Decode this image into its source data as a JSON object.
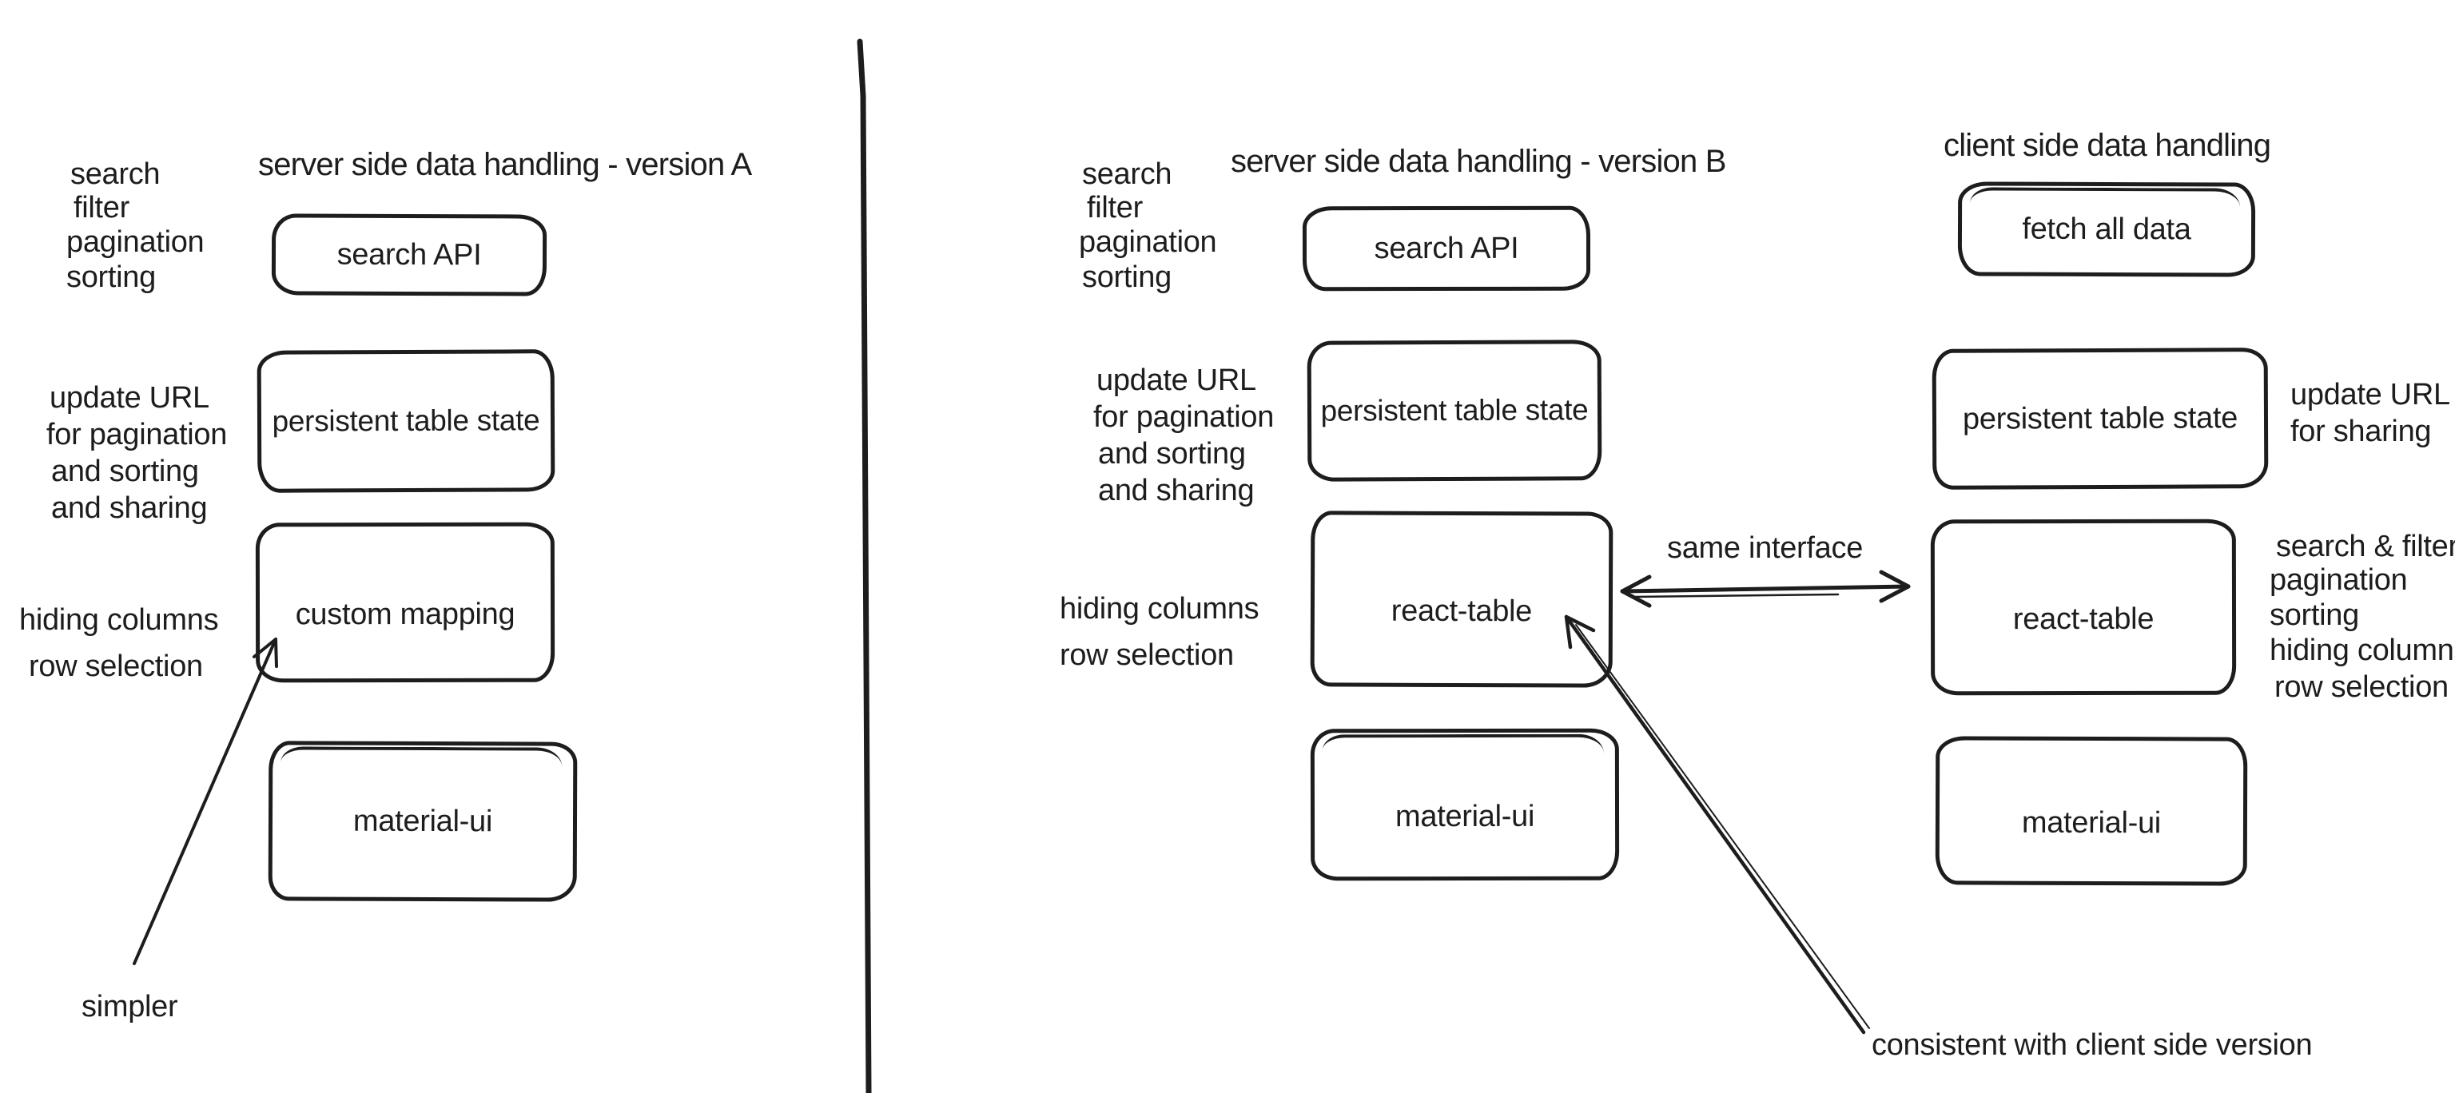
{
  "colors": {
    "ink": "#1d1d1d",
    "paper": "#ffffff"
  },
  "version_a": {
    "title": "server side data handling - version A",
    "capabilities": [
      "search",
      "filter",
      "pagination",
      "sorting"
    ],
    "boxes": {
      "search_api": "search API",
      "persistent_table_state": "persistent table state",
      "custom_mapping": "custom mapping",
      "material_ui": "material-ui"
    },
    "update_url_note": [
      "update URL",
      "for pagination",
      "and sorting",
      "and sharing"
    ],
    "features": [
      "hiding columns",
      "row selection"
    ],
    "simpler_note": "simpler"
  },
  "version_b": {
    "title": "server side data handling - version B",
    "capabilities": [
      "search",
      "filter",
      "pagination",
      "sorting"
    ],
    "boxes": {
      "search_api": "search API",
      "persistent_table_state": "persistent table state",
      "react_table": "react-table",
      "material_ui": "material-ui"
    },
    "update_url_note": [
      "update URL",
      "for pagination",
      "and sorting",
      "and sharing"
    ],
    "features": [
      "hiding columns",
      "row selection"
    ],
    "same_interface_note": "same interface",
    "consistent_note": "consistent with client side version"
  },
  "client_side": {
    "title": "client side data handling",
    "boxes": {
      "fetch_all_data": "fetch all data",
      "persistent_table_state": "persistent table state",
      "react_table": "react-table",
      "material_ui": "material-ui"
    },
    "update_url_note": [
      "update URL",
      "for sharing"
    ],
    "features": [
      "search & filter",
      "pagination",
      "sorting",
      "hiding columns",
      "row selection"
    ]
  }
}
